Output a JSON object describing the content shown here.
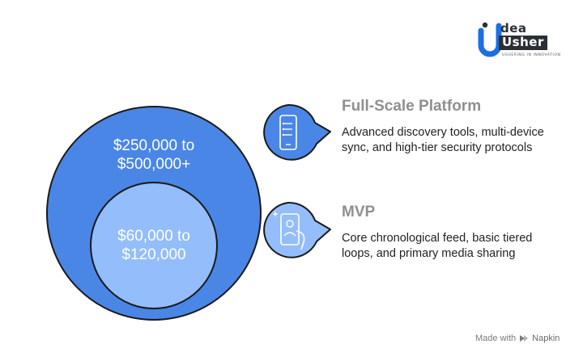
{
  "brand": {
    "logo_word_1": "dea",
    "logo_word_2": "Usher",
    "logo_tagline": "USHERING IN INNOVATION",
    "blue": "#1e6fe0",
    "dark": "#2b2f36"
  },
  "tiers": [
    {
      "circle_label_line1": "$250,000 to",
      "circle_label_line2": "$500,000+",
      "title": "Full-Scale Platform",
      "description": "Advanced discovery tools, multi-device sync, and high-tier security protocols",
      "icon": "mobile-checklist-icon",
      "color": "#4a86e6"
    },
    {
      "circle_label_line1": "$60,000 to",
      "circle_label_line2": "$120,000",
      "title": "MVP",
      "description": "Core chronological feed, basic tiered loops, and primary media sharing",
      "icon": "hand-holding-phone-icon",
      "color": "#93bdfb"
    }
  ],
  "footer": {
    "made_with": "Made with",
    "brand": "Napkin",
    "icon": "napkin-logo-icon"
  }
}
